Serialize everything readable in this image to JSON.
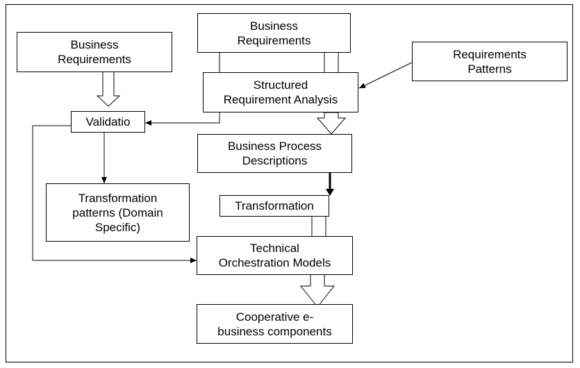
{
  "diagram": {
    "nodes": {
      "business_requirements_left": {
        "label": "Business\nRequirements"
      },
      "business_requirements_top": {
        "label": "Business\nRequirements"
      },
      "requirements_patterns": {
        "label": "Requirements\nPatterns"
      },
      "structured_requirement_analysis": {
        "label": "Structured\nRequirement Analysis"
      },
      "validation": {
        "label": "Validatio"
      },
      "business_process_descriptions": {
        "label": "Business Process\nDescriptions"
      },
      "transformation_patterns": {
        "label": "Transformation\npatterns (Domain\nSpecific)"
      },
      "transformation": {
        "label": "Transformation"
      },
      "technical_orchestration_models": {
        "label": "Technical\nOrchestration Models"
      },
      "cooperative_ebusiness_components": {
        "label": "Cooperative e-\nbusiness components"
      }
    },
    "colors": {
      "stroke": "#000000",
      "fill": "#ffffff"
    }
  }
}
